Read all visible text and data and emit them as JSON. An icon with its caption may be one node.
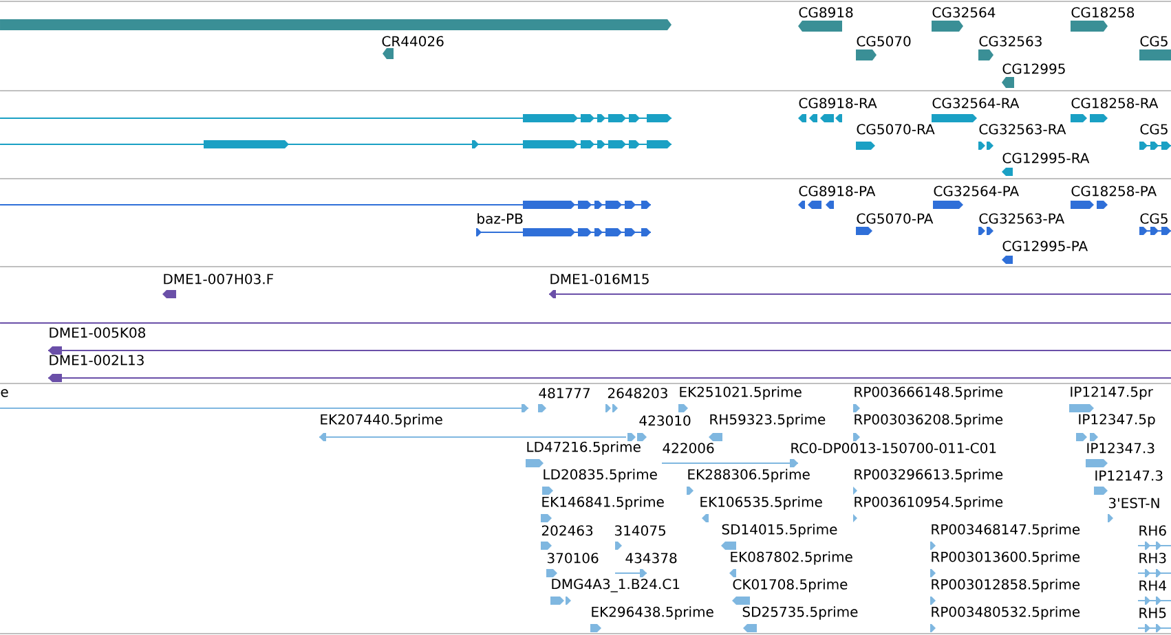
{
  "diagram": {
    "labels": [
      "CG8918",
      "CG32564",
      "CG18258",
      "CR44026",
      "CG5070",
      "CG32563",
      "CG5",
      "CG12995",
      "CG8918-RA",
      "CG32564-RA",
      "CG18258-RA",
      "CG5070-RA",
      "CG32563-RA",
      "CG5",
      "CG12995-RA",
      "CG8918-PA",
      "CG32564-PA",
      "CG18258-PA",
      "baz-PB",
      "CG5070-PA",
      "CG32563-PA",
      "CG5",
      "CG12995-PA",
      "DME1-007H03.F",
      "DME1-016M15",
      "DME1-005K08",
      "DME1-002L13",
      "e",
      "481777",
      "2648203",
      "EK251021.5prime",
      "RP003666148.5prime",
      "IP12147.5pr",
      "EK207440.5prime",
      "423010",
      "RH59323.5prime",
      "RP003036208.5prime",
      "IP12347.5p",
      "LD47216.5prime",
      "422006",
      "RC0-DP0013-150700-011-C01",
      "IP12347.3",
      "LD20835.5prime",
      "EK288306.5prime",
      "RP003296613.5prime",
      "IP12147.3",
      "EK146841.5prime",
      "EK106535.5prime",
      "RP003610954.5prime",
      "3'EST-N",
      "202463",
      "314075",
      "SD14015.5prime",
      "RP003468147.5prime",
      "RH6",
      "370106",
      "434378",
      "EK087802.5prime",
      "RP003013600.5prime",
      "RH3",
      "DMG4A3_1.B24.C1",
      "CK01708.5prime",
      "RP003012858.5prime",
      "RH4",
      "EK296438.5prime",
      "SD25735.5prime",
      "RP003480532.5prime",
      "RH5"
    ]
  }
}
